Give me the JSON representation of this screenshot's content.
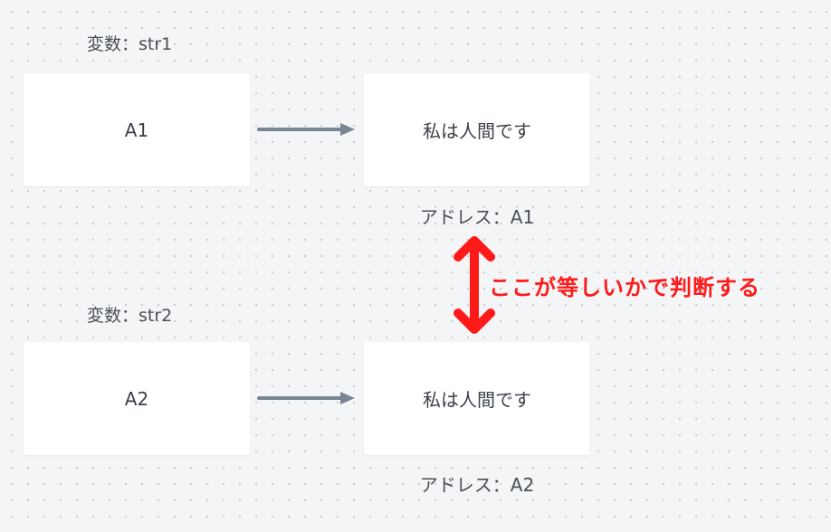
{
  "blocks": [
    {
      "variable_label": "変数：str1",
      "variable_value": "A1",
      "object_text": "私は人間です",
      "address_label": "アドレス：A1"
    },
    {
      "variable_label": "変数：str2",
      "variable_value": "A2",
      "object_text": "私は人間です",
      "address_label": "アドレス：A2"
    }
  ],
  "comparison_note": "ここが等しいかで判断する",
  "colors": {
    "pointer_arrow": "#7a8594",
    "compare_arrow": "#ff1a1a",
    "note_text": "#ff1a1a"
  }
}
